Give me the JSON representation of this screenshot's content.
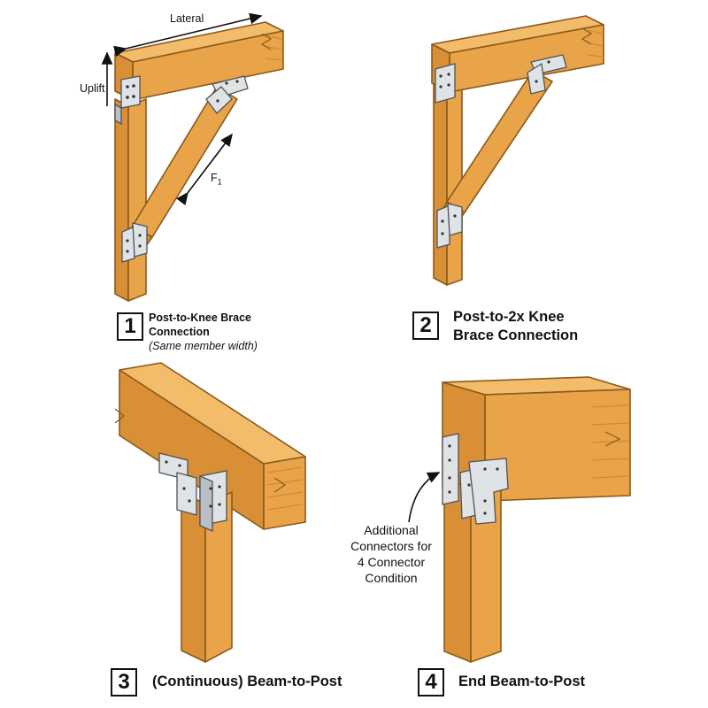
{
  "panels": [
    {
      "number": "1",
      "title_line1": "Post-to-Knee Brace",
      "title_line2": "Connection",
      "note": "(Same member width)"
    },
    {
      "number": "2",
      "title_line1": "Post-to-2x Knee",
      "title_line2": "Brace Connection"
    },
    {
      "number": "3",
      "title": "(Continuous) Beam-to-Post"
    },
    {
      "number": "4",
      "title": "End Beam-to-Post"
    }
  ],
  "labels": {
    "lateral": "Lateral",
    "uplift": "Uplift",
    "force_main": "F",
    "force_sub": "1",
    "additional_connectors": [
      "Additional",
      "Connectors for",
      "4 Connector",
      "Condition"
    ]
  },
  "colors": {
    "wood": "#E9A348",
    "wood_top": "#F3BC6A",
    "metal": "#dfe3e6"
  }
}
